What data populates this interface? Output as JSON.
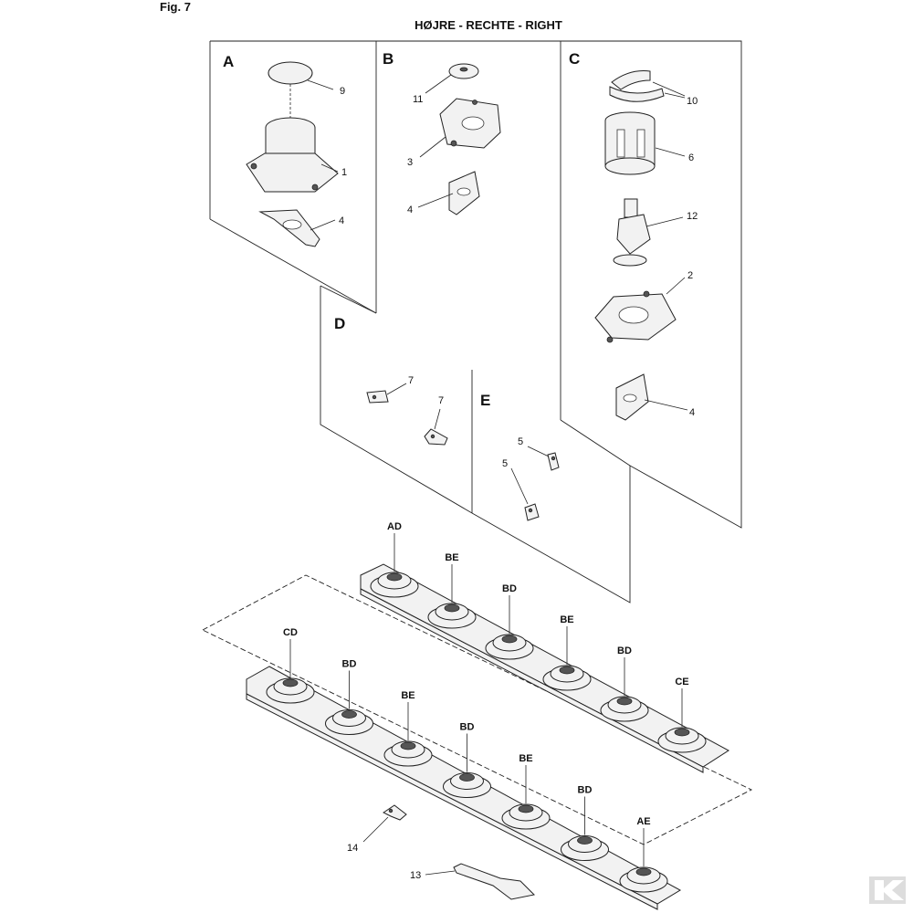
{
  "figure": {
    "fig_label": "Fig. 7",
    "title": "HØJRE - RECHTE - RIGHT"
  },
  "panels": {
    "A": {
      "letter": "A",
      "callouts": [
        "9",
        "1",
        "4"
      ]
    },
    "B": {
      "letter": "B",
      "callouts": [
        "11",
        "3",
        "4"
      ]
    },
    "C": {
      "letter": "C",
      "callouts": [
        "10",
        "6",
        "12",
        "2",
        "4"
      ]
    },
    "D": {
      "letter": "D",
      "callouts": [
        "7",
        "7"
      ]
    },
    "E": {
      "letter": "E",
      "callouts": [
        "5",
        "5"
      ]
    }
  },
  "cutterbar_upper": {
    "discs": [
      "AD",
      "BE",
      "BD",
      "BE",
      "BD",
      "CE"
    ]
  },
  "cutterbar_lower": {
    "discs": [
      "CD",
      "BD",
      "BE",
      "BD",
      "BE",
      "BD",
      "AE"
    ]
  },
  "loose_parts": {
    "callouts": [
      "14",
      "13"
    ]
  },
  "logo": {
    "text": "K"
  }
}
